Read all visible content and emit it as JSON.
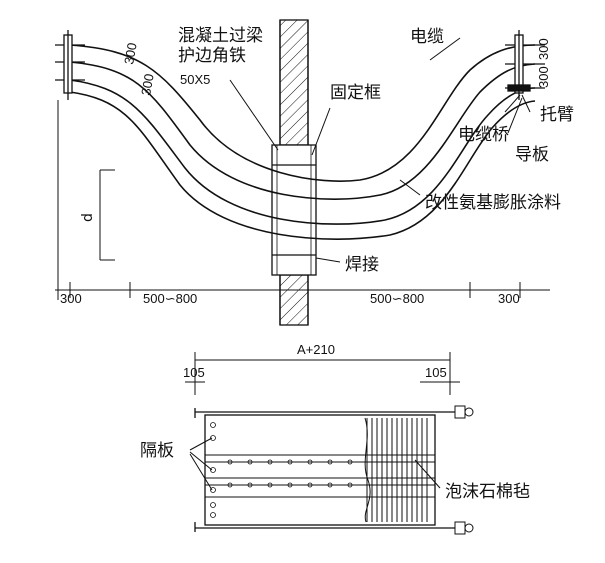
{
  "colors": {
    "ink": "#111111",
    "paper": "#ffffff"
  },
  "top_view": {
    "labels": {
      "beam_angle_line1": "混凝土过梁",
      "beam_angle_line2": "护边角铁",
      "beam_angle_size": "50X5",
      "fixing_frame": "固定框",
      "cable": "电缆",
      "cable_tray": "电缆桥",
      "guide_plate": "导板",
      "bracket": "托臂",
      "coating": "改性氨基膨胀涂料",
      "welding": "焊接",
      "depth_symbol": "d"
    },
    "dimensions": {
      "left_end": "300",
      "left_span": "500∽800",
      "right_span": "500∽800",
      "right_end": "300",
      "left_spacing_1": "300",
      "left_spacing_2": "300",
      "right_spacing_1": "300",
      "right_spacing_2": "300"
    }
  },
  "bottom_view": {
    "labels": {
      "total_width": "A+210",
      "left_margin": "105",
      "right_margin": "105",
      "partition": "隔板",
      "foam_felt": "泡沫石棉毡"
    }
  }
}
